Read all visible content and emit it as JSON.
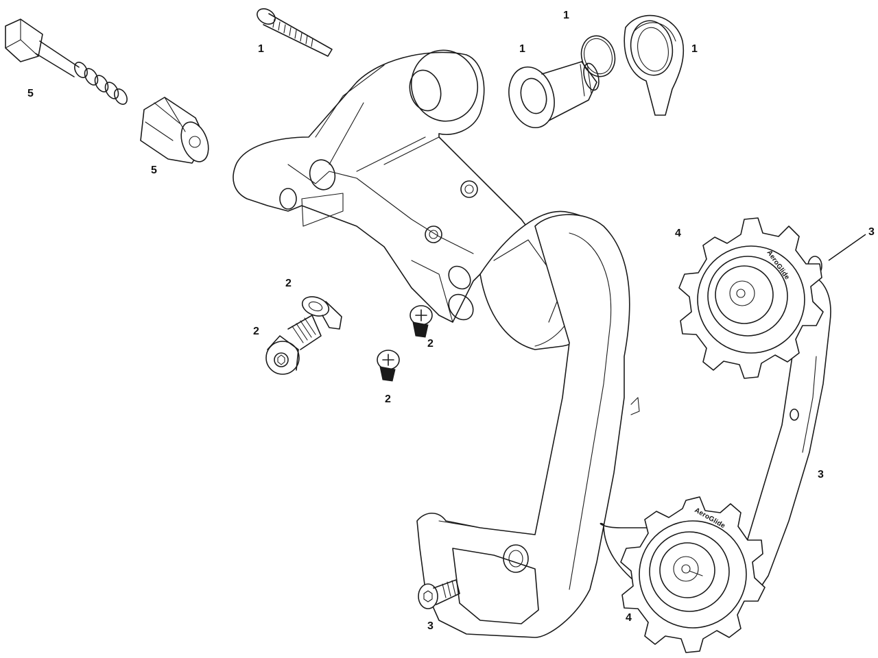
{
  "callouts": {
    "limit_screw_top": "1",
    "b_bolt_kit_top": "1",
    "b_bolt_washer": "1",
    "b_bolt_hanger_tab": "1",
    "barrel_adjuster_spring": "5",
    "barrel_adjuster_knob": "5",
    "limit_screw_washer": "2",
    "limit_screw_cap": "2",
    "limit_screw_mid": "2",
    "limit_screw_bottom": "2",
    "cage_screw": "3",
    "cage_leader": "3",
    "cage_plate": "3",
    "upper_pulley": "4",
    "lower_pulley": "4"
  },
  "pulley_brand": {
    "upper": "AeroGlide",
    "lower": "AeroGlide"
  }
}
